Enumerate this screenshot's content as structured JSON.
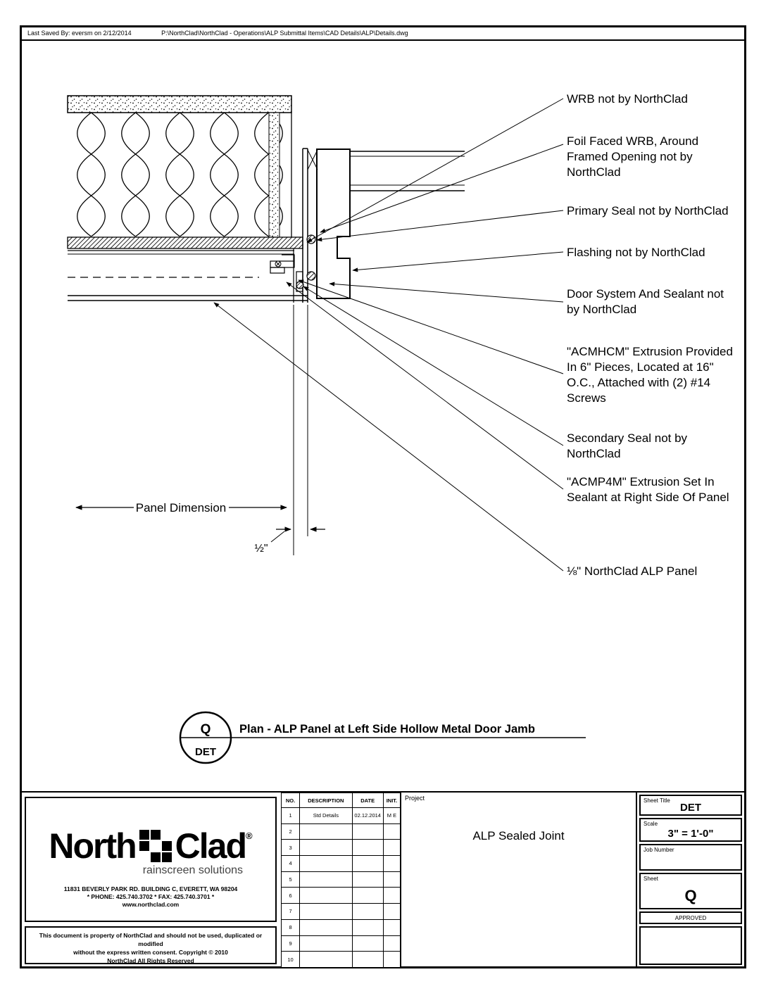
{
  "header_bar": {
    "last_saved": "Last Saved By: eversm on 2/12/2014",
    "file_path": "P:\\NorthClad\\NorthClad - Operations\\ALP Submittal Items\\CAD Details\\ALP\\Details.dwg"
  },
  "callouts": [
    {
      "text": "WRB not by NorthClad"
    },
    {
      "text": "Foil Faced WRB, Around\nFramed Opening not by\nNorthClad"
    },
    {
      "text": "Primary Seal not by NorthClad"
    },
    {
      "text": "Flashing not by NorthClad"
    },
    {
      "text": "Door System And Sealant not\nby NorthClad"
    },
    {
      "text": "\"ACMHCM\" Extrusion Provided\nIn 6\" Pieces, Located at 16\"\nO.C., Attached with (2) #14\nScrews"
    },
    {
      "text": "Secondary Seal not by\nNorthClad"
    },
    {
      "text": "\"ACMP4M\" Extrusion Set In\nSealant at Right Side Of Panel"
    },
    {
      "text": "⅛\" NorthClad ALP Panel"
    }
  ],
  "dimensions": {
    "panel": "Panel Dimension",
    "joint": "½\""
  },
  "detail_marker": {
    "letter": "Q",
    "label": "DET",
    "title": "Plan - ALP Panel at Left Side Hollow Metal Door Jamb"
  },
  "title_block": {
    "logo": {
      "name_left": "North",
      "name_right": "Clad",
      "registered": "®",
      "tagline": "rainscreen solutions",
      "address": "11831 BEVERLY PARK RD. BUILDING C, EVERETT, WA 98204",
      "phone_fax": "* PHONE: 425.740.3702 * FAX: 425.740.3701 *",
      "website": "www.northclad.com"
    },
    "disclaimer": "This document is property of NorthClad and should not be used, duplicated or modified\nwithout the express written consent.  Copyright © 2010\nNorthClad All Rights Reserved",
    "revision_table": {
      "headers": [
        "NO.",
        "DESCRIPTION",
        "DATE",
        "INIT."
      ],
      "rows": [
        {
          "no": "1",
          "description": "Std Details",
          "date": "02.12.2014",
          "init": "M E"
        },
        {
          "no": "2"
        },
        {
          "no": "3"
        },
        {
          "no": "4"
        },
        {
          "no": "5"
        },
        {
          "no": "6"
        },
        {
          "no": "7"
        },
        {
          "no": "8"
        },
        {
          "no": "9"
        },
        {
          "no": "10"
        }
      ]
    },
    "project": {
      "label": "Project",
      "value": "ALP Sealed Joint"
    },
    "sheet_title": {
      "label": "Sheet Title",
      "value": "DET"
    },
    "scale": {
      "label": "Scale",
      "value": "3\" = 1'-0\""
    },
    "job_number": {
      "label": "Job Number",
      "value": ""
    },
    "sheet": {
      "label": "Sheet",
      "value": "Q"
    },
    "approved": {
      "label": "APPROVED"
    }
  }
}
